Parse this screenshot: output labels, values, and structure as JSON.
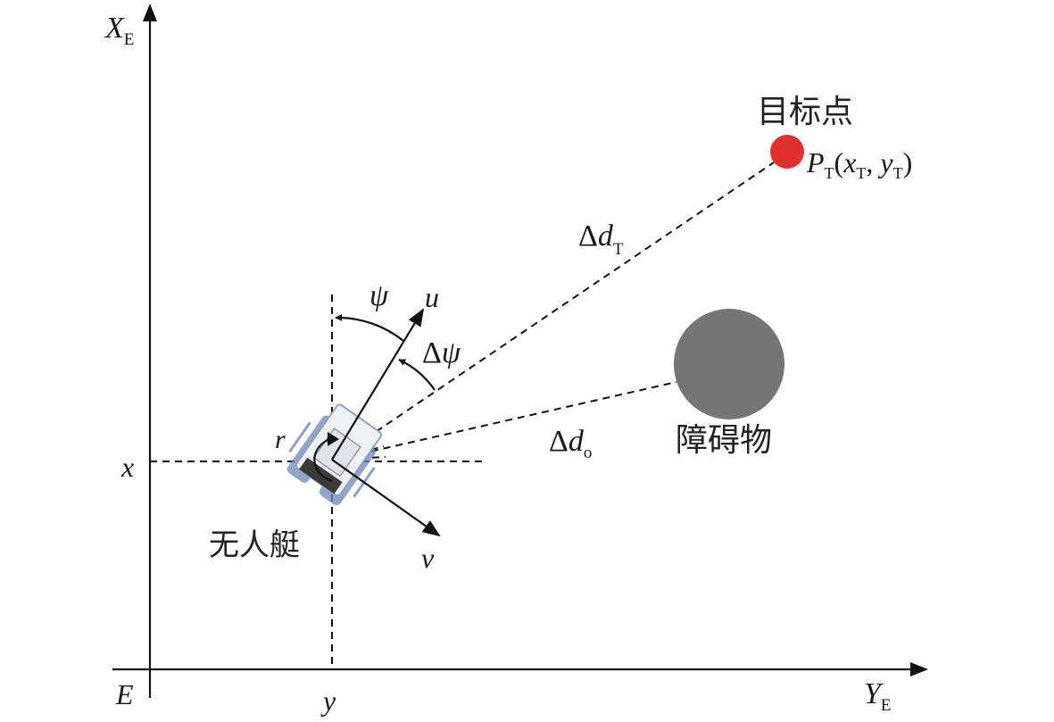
{
  "axes": {
    "x_axis_symbol": "X",
    "x_axis_sub": "E",
    "y_axis_symbol": "Y",
    "y_axis_sub": "E",
    "origin": "E",
    "x_coord": "x",
    "y_coord": "y"
  },
  "vessel": {
    "label": "无人艇",
    "yaw_rate": "r",
    "surge": "u",
    "sway": "v",
    "heading": "ψ",
    "heading_error_delta": "Δ",
    "heading_error_symbol": "ψ"
  },
  "target": {
    "title": "目标点",
    "point_symbol": "P",
    "point_sub": "T",
    "coord_open": "(",
    "coord_x": "x",
    "coord_x_sub": "T",
    "coord_sep": ", ",
    "coord_y": "y",
    "coord_y_sub": "T",
    "coord_close": ")",
    "distance_delta": "Δ",
    "distance_symbol": "d",
    "distance_sub": "T",
    "color": "#e03030"
  },
  "obstacle": {
    "label": "障碍物",
    "distance_delta": "Δ",
    "distance_symbol": "d",
    "distance_sub": "o",
    "color": "#757477"
  }
}
